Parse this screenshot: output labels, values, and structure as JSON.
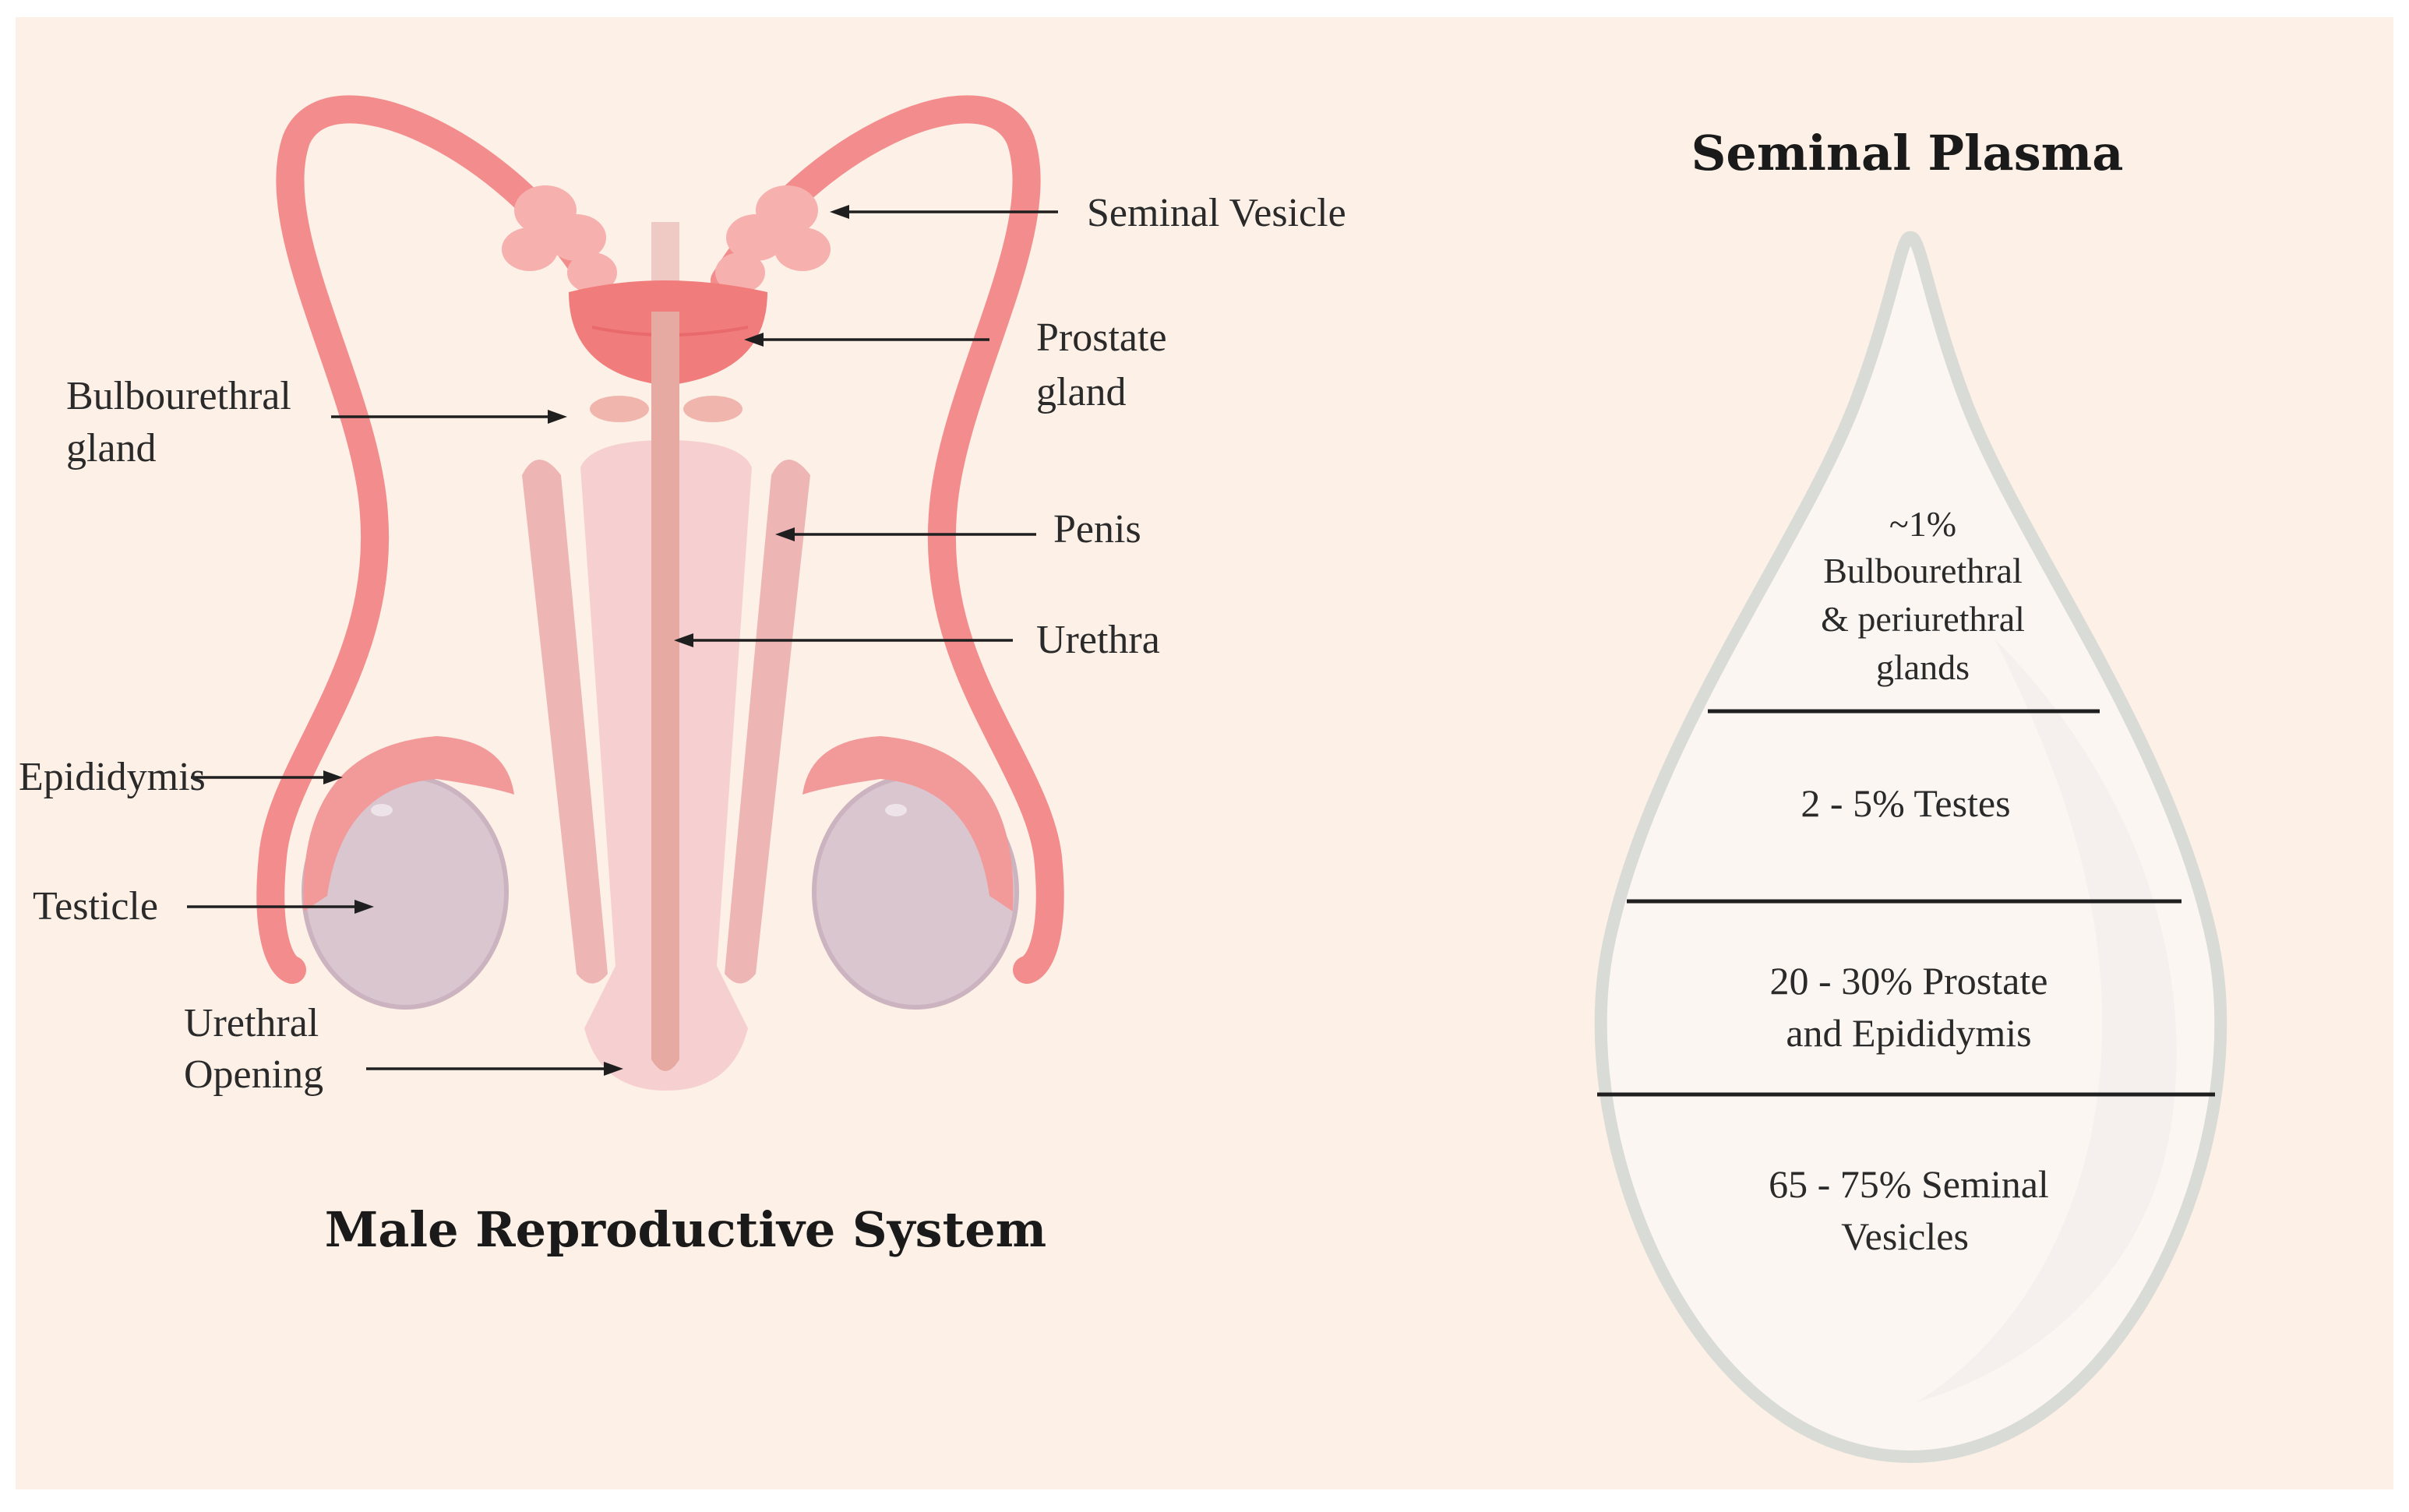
{
  "colors": {
    "background": "#fdf0e6",
    "duct": "#f38c8c",
    "prostate": "#f07c7c",
    "vesicle": "#f6b0ad",
    "penis": "#f6d0d0",
    "crura": "#eeb5b5",
    "urethra": "#e7aaa3",
    "epididymis": "#f29a9a",
    "testicle": "#d9c6cf",
    "drop_outline": "#d8dbd6"
  },
  "diagram": {
    "title": "Male Reproductive System",
    "labels": {
      "seminal_vesicle": "Seminal Vesicle",
      "prostate_line1": "Prostate",
      "prostate_line2": "gland",
      "bulbourethral_line1": "Bulbourethral",
      "bulbourethral_line2": "gland",
      "penis": "Penis",
      "urethra": "Urethra",
      "epididymis": "Epididymis",
      "testicle": "Testicle",
      "urethral_opening_line1": "Urethral",
      "urethral_opening_line2": "Opening"
    }
  },
  "plasma": {
    "title": "Seminal Plasma",
    "segments": [
      {
        "lines": [
          "~1%",
          "Bulbourethral",
          "& periurethral",
          "glands"
        ]
      },
      {
        "lines": [
          "2 - 5% Testes"
        ]
      },
      {
        "lines": [
          "20 - 30% Prostate",
          "and Epididymis"
        ]
      },
      {
        "lines": [
          "65 - 75% Seminal",
          "Vesicles"
        ]
      }
    ]
  }
}
